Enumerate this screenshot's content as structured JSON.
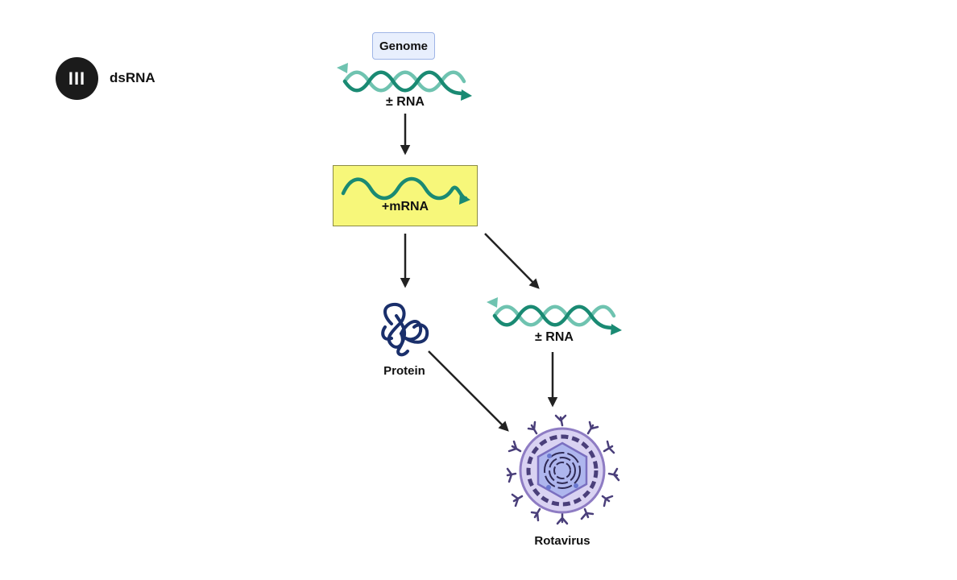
{
  "header": {
    "class_badge": "III",
    "class_label": "dsRNA"
  },
  "flow": {
    "genome_box": "Genome",
    "genome_label": "± RNA",
    "mrna_label": "+mRNA",
    "protein_label": "Protein",
    "replicate_label": "± RNA",
    "virus_label": "Rotavirus"
  },
  "icons": [
    "dsrna-helix-icon",
    "mrna-strand-icon",
    "protein-icon",
    "rotavirus-icon",
    "arrow-icon"
  ],
  "colors": {
    "rna_dark": "#1a8a73",
    "rna_light": "#6fc3b0",
    "mrna_box": "#f7f77a",
    "genome_box": "#e8effd",
    "protein": "#1a2f6b",
    "virus": "#8e7cc3"
  }
}
